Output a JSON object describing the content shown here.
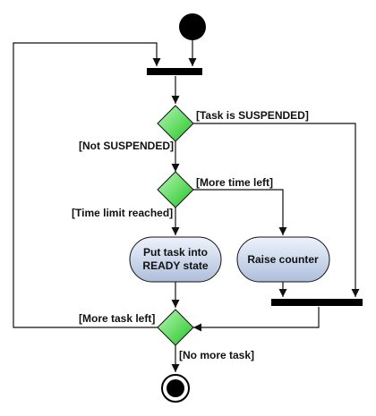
{
  "colors": {
    "line": "#111111",
    "decision_light": "#b9f7b9",
    "decision_dark": "#22c422",
    "action_light": "#eef3fb",
    "action_dark": "#aebfdc",
    "node": "#000000"
  },
  "guards": {
    "task_suspended": "[Task is SUSPENDED]",
    "not_suspended": "[Not SUSPENDED]",
    "more_time_left": "[More time left]",
    "time_limit_reached": "[Time limit reached]",
    "more_task_left": "[More task left]",
    "no_more_task": "[No more task]"
  },
  "actions": {
    "put_ready_line1": "Put task into",
    "put_ready_line2": "READY state",
    "raise_counter": "Raise counter"
  }
}
